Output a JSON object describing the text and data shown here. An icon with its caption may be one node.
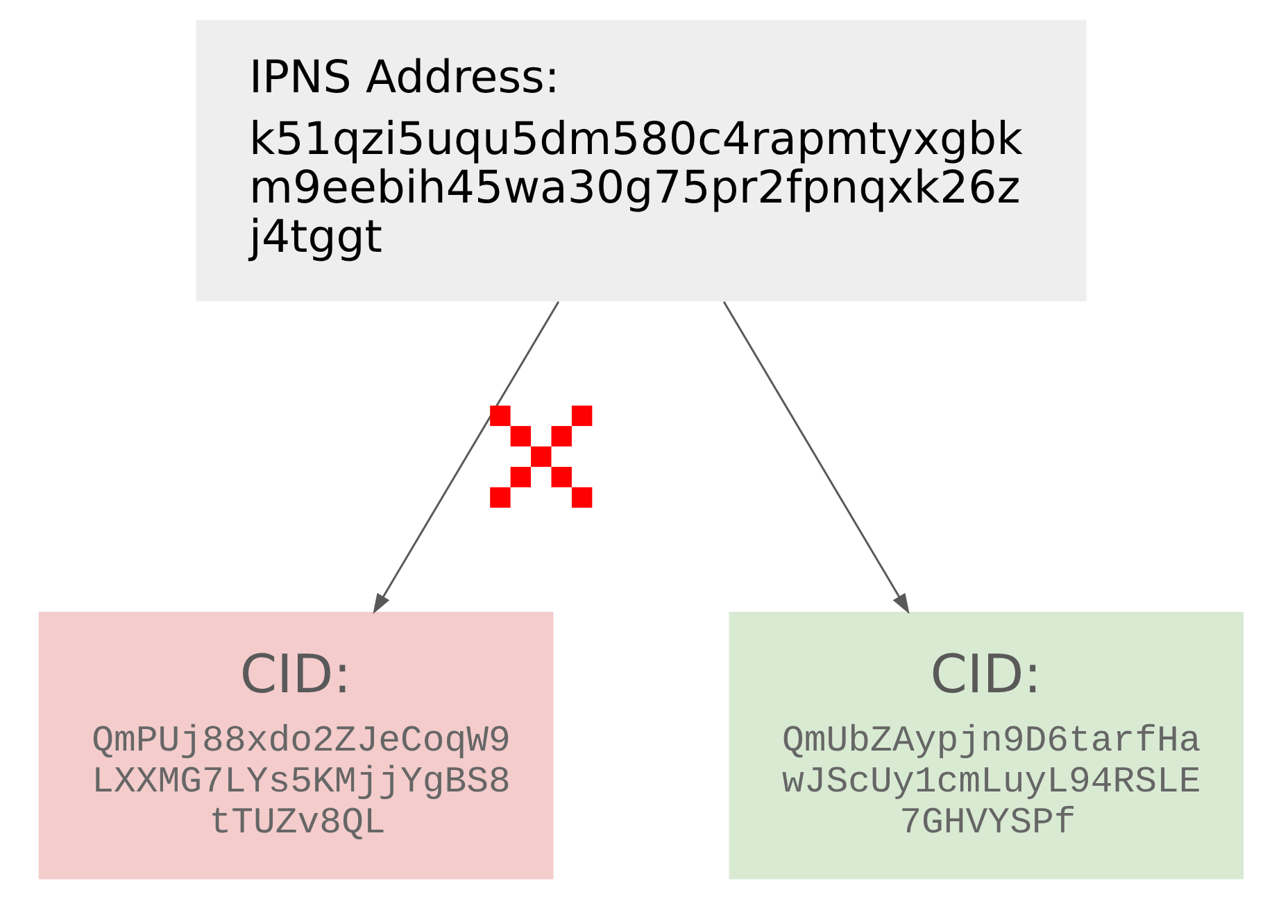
{
  "diagram": {
    "nodes": [
      {
        "text": [
          "IPNS Address:",
          "k51qzi5uqu5dm580c4rapmtyxgbkm9eebih45wa30g75pr2fpnqxk26zj4tggt"
        ]
      },
      {
        "text": [
          "CID:",
          "QmPUj88xdo2ZJeCoqW9LXXMG7LYs5KMjjYgBS8tTUZv8QL"
        ]
      },
      {
        "text": [
          "CID:",
          "QmUbZAypjn9D6tarfHawJScUy1cmLuyL94RSLE7GHVYSPf"
        ]
      }
    ],
    "edges": [
      {
        "from": 0,
        "to": 1,
        "arrow": "to"
      },
      {
        "from": 0,
        "to": 2,
        "arrow": "to"
      }
    ]
  }
}
